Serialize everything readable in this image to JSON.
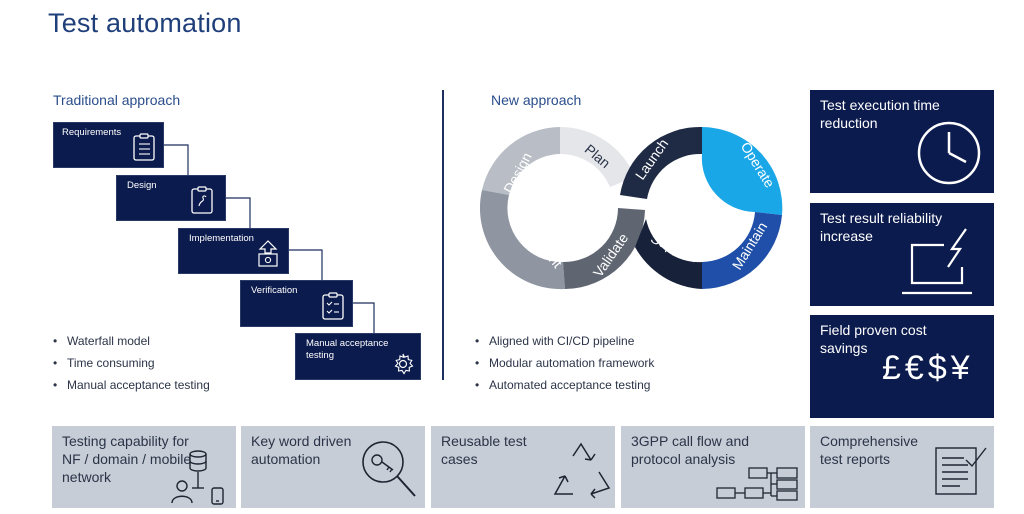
{
  "page": {
    "title": "Test automation"
  },
  "traditional": {
    "title": "Traditional approach",
    "steps": [
      {
        "label": "Requirements",
        "icon": "clipboard-list-icon"
      },
      {
        "label": "Design",
        "icon": "clipboard-pen-icon"
      },
      {
        "label": "Implementation",
        "icon": "upload-box-icon"
      },
      {
        "label": "Verification",
        "icon": "clipboard-check-icon"
      },
      {
        "label": "Manual acceptance testing",
        "icon": "gear-icon"
      }
    ],
    "bullets": [
      "Waterfall model",
      "Time consuming",
      "Manual acceptance testing"
    ]
  },
  "new_approach": {
    "title": "New approach",
    "loop_labels": [
      "Plan",
      "Design",
      "Implement",
      "Validate",
      "Launch",
      "Operate",
      "Maintain",
      "Support"
    ],
    "bullets": [
      "Aligned with CI/CD pipeline",
      "Modular automation framework",
      "Automated acceptance testing"
    ]
  },
  "benefits": [
    {
      "label": "Test execution time reduction",
      "icon": "clock-icon"
    },
    {
      "label": "Test result reliability increase",
      "icon": "laptop-bolt-icon"
    },
    {
      "label": "Field proven cost savings",
      "symbols": "£€$¥"
    }
  ],
  "capabilities": [
    {
      "label": "Testing capability for NF / domain / mobile network",
      "icon": "network-user-device-icon"
    },
    {
      "label": "Key word driven automation",
      "icon": "key-search-icon"
    },
    {
      "label": "Reusable test cases",
      "icon": "recycle-icon"
    },
    {
      "label": "3GPP call flow and protocol analysis",
      "icon": "flow-diagram-icon"
    },
    {
      "label": "Comprehensive test reports",
      "icon": "report-icon"
    }
  ],
  "colors": {
    "navy": "#0c1b4d",
    "title_blue": "#1f3f7a",
    "card_gray": "#c6cdd6",
    "loop_gray_dark": "#6b7380",
    "loop_gray_light": "#d8dbe0",
    "loop_navy": "#1f2a44",
    "loop_cyan": "#1aa7e8",
    "loop_blue": "#1f4fa8"
  }
}
